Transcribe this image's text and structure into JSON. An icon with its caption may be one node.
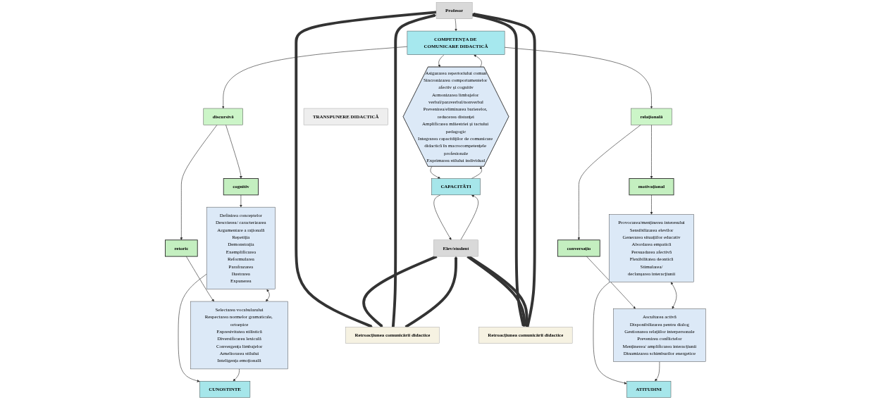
{
  "diagram": {
    "nodes": [
      {
        "text": [
          "Profesor"
        ]
      },
      {
        "text": [
          "COMPETENŢA DE COMUNICARE DIDACTICĂ"
        ]
      },
      {
        "text": [
          "discursivă"
        ]
      },
      {
        "text": [
          "relaţională"
        ]
      },
      {
        "text": [
          "TRANSPUNERE DIDACTICĂ"
        ]
      },
      {
        "text": [
          "cognitiv"
        ]
      },
      {
        "text": [
          "retoric"
        ]
      },
      {
        "text": [
          "motivaţional"
        ]
      },
      {
        "text": [
          "conversaţio"
        ]
      },
      {
        "text": [
          "Definirea conceptelor",
          "Descrierea/ caracterizarea",
          "Argumentare a raţională",
          "Repetiţia",
          "Demonstraţia",
          "Exemplificarea",
          "Reformularea",
          "Parafrazarea",
          "Ilustrarea",
          "Expunerea"
        ]
      },
      {
        "text": [
          "Selectarea vocabularului",
          "Respectarea normelor gramaticale, ortoepice",
          "Expresivitatea stilistică",
          "Diversificarea lexicală",
          "Convergenţa limbajelor",
          "Ameliorarea stilului",
          "Inteligenţa emoţională"
        ]
      },
      {
        "text": [
          "Asigurarea repertoriului comun",
          "Sincronizarea comportamentelor afectiv şi cognitiv",
          "Armonizarea limbajelor verbal/paraverbal/nonverbal",
          "Prevenirea/eliminarea barierelor, reducerea distanţei",
          "Amplificarea măiestriei şi tactului pedagogic",
          "Integrarea capacităţilor de comunicare didactică în macrocompetenţele profesionale",
          "Exprimarea stilului individual"
        ]
      },
      {
        "text": [
          "Provocarea/menţinerea interesului",
          "Sensibilizarea elevilor",
          "Generarea situaţiilor educativ",
          "Abordarea empatică",
          "Persuadarea afectivă",
          "Flexibilitatea deontică",
          "Stimularea/",
          "declanşarea interacţiunii"
        ]
      },
      {
        "text": [
          "Ascultarea activă",
          "Disponibilizarea pentru dialog",
          "Gestionarea relaţiilor interpersonale",
          "Prevenirea conflictelor",
          "Menţinerea/ amplificarea interacţiunii",
          "Dinamizarea schimburilor energetice"
        ]
      },
      {
        "text": [
          "Retroacţiunea comunicării didactice"
        ]
      },
      {
        "text": [
          "Retroacţiunea comunicării didactice"
        ]
      },
      {
        "text": [
          "CUNOSTINTE"
        ]
      },
      {
        "text": [
          "CAPACITĂTI"
        ]
      },
      {
        "text": [
          "ATITUDINI"
        ]
      },
      {
        "text": [
          "Elev/student"
        ]
      }
    ],
    "edges": [
      {
        "from": 0,
        "to": 1,
        "arrow": "to"
      },
      {
        "from": 1,
        "to": 2,
        "arrow": "to"
      },
      {
        "from": 1,
        "to": 3,
        "arrow": "to"
      },
      {
        "from": 2,
        "to": 5,
        "arrow": "to"
      },
      {
        "from": 2,
        "to": 6,
        "arrow": "to"
      },
      {
        "from": 3,
        "to": 7,
        "arrow": "to"
      },
      {
        "from": 3,
        "to": 8,
        "arrow": "to"
      },
      {
        "from": 5,
        "to": 9,
        "arrow": "to"
      },
      {
        "from": 6,
        "to": 10,
        "arrow": "to"
      },
      {
        "from": 7,
        "to": 12,
        "arrow": "to"
      },
      {
        "from": 8,
        "to": 13,
        "arrow": "to"
      },
      {
        "from": 9,
        "to": 10,
        "arrow": "both"
      },
      {
        "from": 12,
        "to": 13,
        "arrow": "both"
      },
      {
        "from": 1,
        "to": 11,
        "arrow": "to"
      },
      {
        "from": 11,
        "to": 1,
        "arrow": "to"
      },
      {
        "from": 9,
        "to": 16,
        "arrow": "to"
      },
      {
        "from": 10,
        "to": 16,
        "arrow": "to"
      },
      {
        "from": 11,
        "to": 17,
        "arrow": "to"
      },
      {
        "from": 17,
        "to": 11,
        "arrow": "to"
      },
      {
        "from": 12,
        "to": 18,
        "arrow": "to"
      },
      {
        "from": 13,
        "to": 18,
        "arrow": "to"
      },
      {
        "from": 17,
        "to": 19,
        "arrow": "to"
      },
      {
        "from": 19,
        "to": 17,
        "arrow": "to"
      },
      {
        "from": 14,
        "to": 0,
        "arrow": "to",
        "style": "thick"
      },
      {
        "from": 0,
        "to": 14,
        "arrow": "to",
        "style": "thick"
      },
      {
        "from": 0,
        "to": 15,
        "arrow": "to",
        "style": "thick"
      },
      {
        "from": 15,
        "to": 0,
        "arrow": "to",
        "style": "thick"
      },
      {
        "from": 14,
        "to": 19,
        "arrow": "to",
        "style": "thick"
      },
      {
        "from": 19,
        "to": 14,
        "arrow": "to",
        "style": "thick"
      },
      {
        "from": 19,
        "to": 15,
        "arrow": "to",
        "style": "thick"
      },
      {
        "from": 19,
        "to": 15,
        "arrow": "to",
        "style": "thick"
      }
    ]
  }
}
